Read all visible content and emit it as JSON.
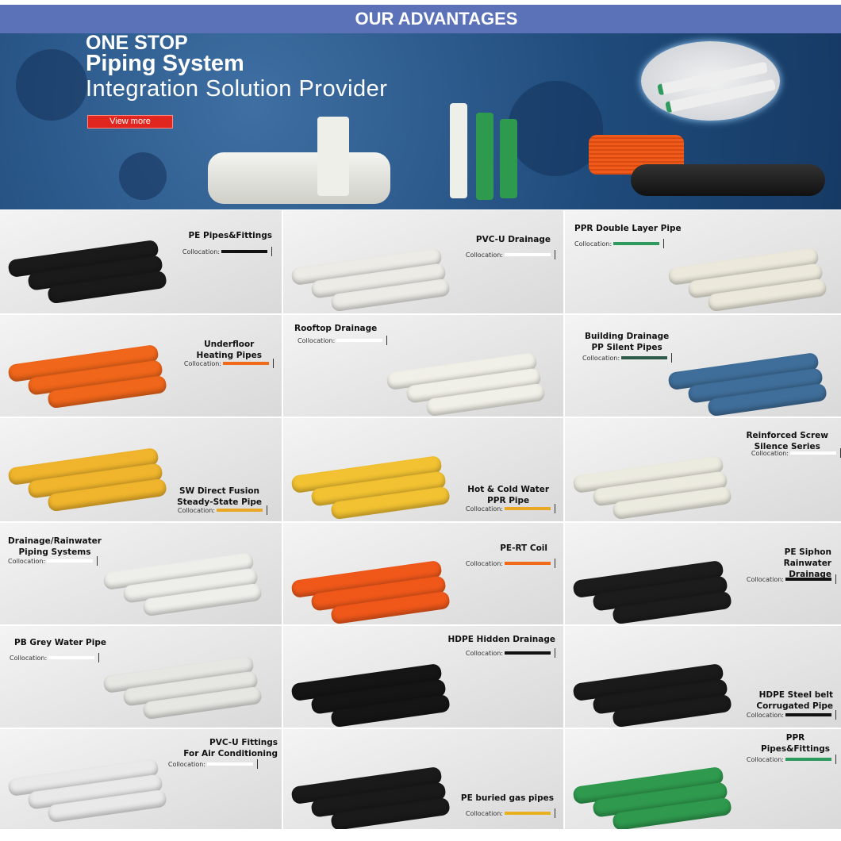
{
  "header": {
    "title": "OUR ADVANTAGES"
  },
  "banner": {
    "line1": "ONE STOP",
    "line2": "Piping System",
    "line3": "Integration Solution Provider",
    "button": "View more"
  },
  "collocation_label": "Collocation:",
  "products": [
    {
      "title": "PE Pipes&Fittings",
      "bar": "#111111",
      "pipe": "#1a1a1a"
    },
    {
      "title": "PVC-U Drainage",
      "bar": "#ffffff",
      "pipe": "#ecebe6"
    },
    {
      "title": "PPR Double Layer Pipe",
      "bar": "#2e9a5e",
      "pipe": "#ece9dc"
    },
    {
      "title": "Underfloor\nHeating Pipes",
      "bar": "#f06a1a",
      "pipe": "#f0661a"
    },
    {
      "title": "Rooftop Drainage",
      "bar": "#ffffff",
      "pipe": "#f1f0e8"
    },
    {
      "title": "Building Drainage\nPP Silent Pipes",
      "bar": "#2e5a4a",
      "pipe": "#3f6e9a"
    },
    {
      "title": "SW Direct Fusion\nSteady-State Pipe",
      "bar": "#e8a825",
      "pipe": "#f0b52c"
    },
    {
      "title": "Hot & Cold Water\nPPR Pipe",
      "bar": "#e8a825",
      "pipe": "#f2c232"
    },
    {
      "title": "Reinforced Screw\nSilence Series",
      "bar": "#ffffff",
      "pipe": "#ecebe0"
    },
    {
      "title": "Drainage/Rainwater\nPiping Systems",
      "bar": "#ffffff",
      "pipe": "#eeeeea"
    },
    {
      "title": "PE-RT Coil",
      "bar": "#f06a1a",
      "pipe": "#f0581a"
    },
    {
      "title": "PE Siphon\nRainwater\nDrainage",
      "bar": "#111111",
      "pipe": "#1c1c1c"
    },
    {
      "title": "PB Grey Water Pipe",
      "bar": "#ffffff",
      "pipe": "#e6e6e2"
    },
    {
      "title": "HDPE Hidden Drainage",
      "bar": "#111111",
      "pipe": "#151515"
    },
    {
      "title": "HDPE Steel belt\nCorrugated Pipe",
      "bar": "#111111",
      "pipe": "#1a1a1a"
    },
    {
      "title": "PVC-U Fittings\nFor Air Conditioning",
      "bar": "#ffffff",
      "pipe": "#e9e9e9"
    },
    {
      "title": "PE buried gas pipes",
      "bar": "#e8b020",
      "pipe": "#1a1a1a"
    },
    {
      "title": "PPR\nPipes&Fittings",
      "bar": "#2e9a5e",
      "pipe": "#2f9a4e"
    }
  ]
}
